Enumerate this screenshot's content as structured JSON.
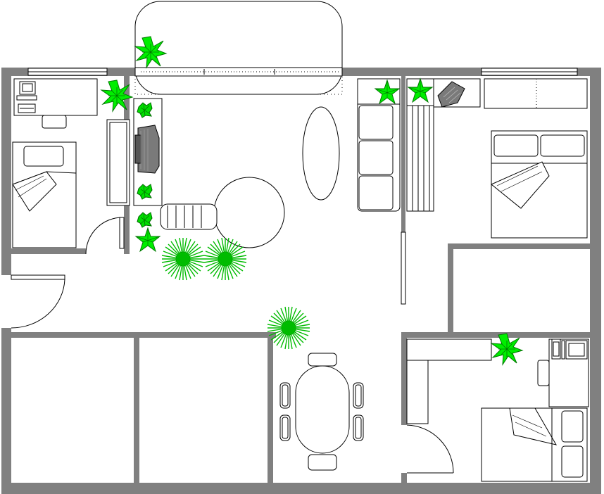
{
  "diagram": {
    "type": "floor-plan",
    "colors": {
      "background": "#ffffff",
      "wall": "#808080",
      "line": "#000000",
      "fill": "#ffffff",
      "plant": "#00ff00",
      "plant_dark": "#008800",
      "appliance": "#7a7a7a"
    },
    "rooms": [
      {
        "name": "left-bedroom",
        "furniture": [
          "desk",
          "computer",
          "bed",
          "tv-cabinet",
          "door"
        ]
      },
      {
        "name": "living-room",
        "furniture": [
          "balcony",
          "oval-rug",
          "round-table",
          "sofa",
          "plants"
        ]
      },
      {
        "name": "right-bedroom",
        "furniture": [
          "wardrobe",
          "double-bed",
          "iron",
          "plants"
        ]
      },
      {
        "name": "dining",
        "furniture": [
          "dining-table",
          "chairs",
          "plant"
        ]
      },
      {
        "name": "bottom-right-bedroom",
        "furniture": [
          "counter",
          "desk",
          "computer",
          "bed",
          "door",
          "plant"
        ]
      },
      {
        "name": "empty-room-1",
        "furniture": []
      },
      {
        "name": "empty-room-2",
        "furniture": []
      },
      {
        "name": "empty-room-3",
        "furniture": []
      }
    ],
    "icons": [
      "plant-icon",
      "computer-icon",
      "tv-icon",
      "iron-icon",
      "bed-icon",
      "chair-icon",
      "door-icon"
    ]
  }
}
